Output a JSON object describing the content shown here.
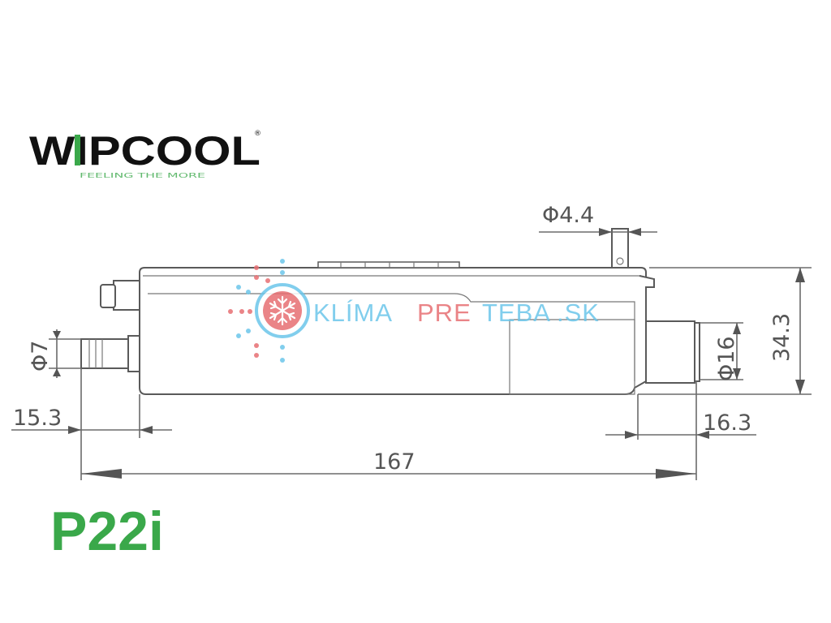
{
  "brand": {
    "logo_text": "WIPCOOL",
    "tagline": "FEELING THE MORE",
    "registered_mark": "®",
    "logo_green": "#3aa84a",
    "logo_black": "#111111"
  },
  "dimensions": {
    "outlet_diameter": "Φ4.4",
    "inlet_diameter": "Φ7",
    "connector_diameter": "Φ16",
    "height": "34.3",
    "left_offset": "15.3",
    "right_offset": "16.3",
    "total_length": "167"
  },
  "watermark": {
    "part1": "KLÍMA",
    "part2": "PRE",
    "part3": "TEBA",
    "part4": ".SK",
    "icon": "snowflake-icon",
    "color_red": "#e76f73",
    "color_blue": "#6cc6ea"
  },
  "model": {
    "name": "P22i",
    "color": "#3aa84a"
  }
}
